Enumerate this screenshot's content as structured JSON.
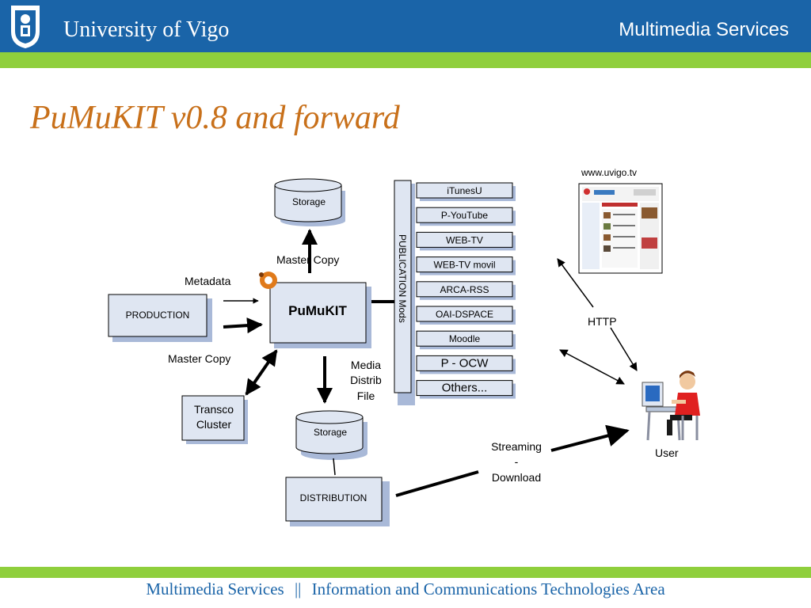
{
  "header": {
    "institution": "University of Vigo",
    "department": "Multimedia Services"
  },
  "slide_title": "PuMuKIT v0.8 and forward",
  "diagram": {
    "production": "PRODUCTION",
    "pumukit": "PuMuKIT",
    "storage_top": "Storage",
    "storage_bottom": "Storage",
    "transco_line1": "Transco",
    "transco_line2": "Cluster",
    "distribution": "DISTRIBUTION",
    "publication_mods": "PUBLICATION Mods",
    "label_metadata": "Metadata",
    "label_master_copy_top": "Master Copy",
    "label_master_copy_left": "Master Copy",
    "label_media_line1": "Media",
    "label_media_line2": "Distrib",
    "label_media_line3": "File",
    "label_streaming_line1": "Streaming",
    "label_streaming_line2": "-",
    "label_streaming_line3": "Download",
    "label_http": "HTTP",
    "label_url": "www.uvigo.tv",
    "label_user": "User",
    "modules": [
      "iTunesU",
      "P-YouTube",
      "WEB-TV",
      "WEB-TV movil",
      "ARCA-RSS",
      "OAI-DSPACE",
      "Moodle",
      "P - OCW",
      "Others..."
    ]
  },
  "colors": {
    "header_blue": "#1a64a8",
    "accent_green": "#8fcf3c",
    "title_orange": "#c8701a",
    "box_fill": "#dfe6f2",
    "box_shadow": "#a9b9d8"
  },
  "footer": {
    "left": "Multimedia Services",
    "separator": "||",
    "right": "Information and Communications Technologies Area"
  }
}
